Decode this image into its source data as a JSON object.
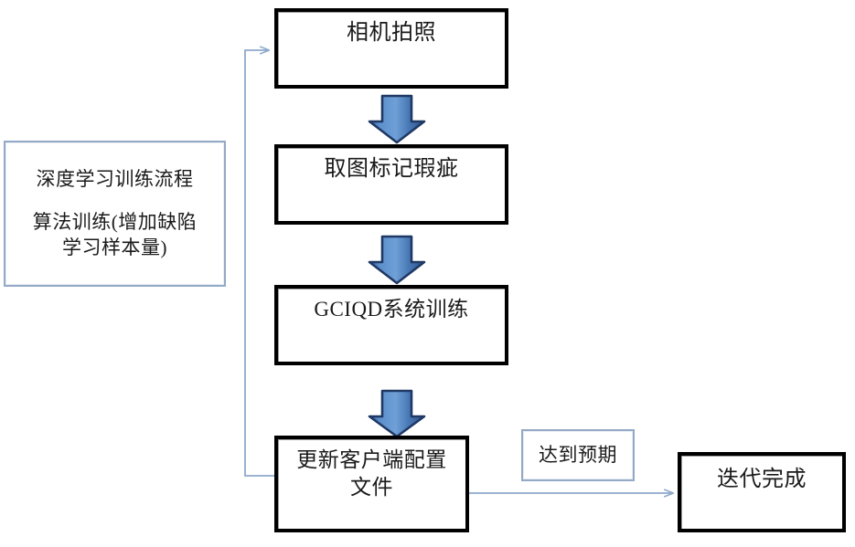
{
  "diagram": {
    "type": "flowchart",
    "title": "深度学习训练流程",
    "colors": {
      "node_border_heavy": "#000000",
      "node_border_light": "#93a9c6",
      "arrow_fill": "#4a7ebb",
      "arrow_stroke": "#1f3864",
      "connector_line": "#8ea9cb",
      "text": "#1a1a1a",
      "background": "#ffffff"
    },
    "sidebar": {
      "line1": "深度学习训练流程",
      "line2": "算法训练(增加缺陷",
      "line3": "学习样本量)"
    },
    "nodes": [
      {
        "id": "camera",
        "label": "相机拍照"
      },
      {
        "id": "mark",
        "label": "取图标记瑕疵"
      },
      {
        "id": "train",
        "label": "GCIQD系统训练"
      },
      {
        "id": "update",
        "label": "更新客户端配置\n文件"
      },
      {
        "id": "done",
        "label": "迭代完成"
      }
    ],
    "edge_labels": [
      {
        "id": "expect",
        "label": "达到预期"
      }
    ],
    "connectors": [
      {
        "from": "camera",
        "to": "mark",
        "style": "block-arrow-down"
      },
      {
        "from": "mark",
        "to": "train",
        "style": "block-arrow-down"
      },
      {
        "from": "train",
        "to": "update",
        "style": "block-arrow-down"
      },
      {
        "from": "update",
        "to": "done",
        "style": "thin-arrow-right",
        "label": "达到预期"
      },
      {
        "from": "update",
        "to": "camera",
        "style": "thin-arrow-feedback-left"
      }
    ]
  }
}
